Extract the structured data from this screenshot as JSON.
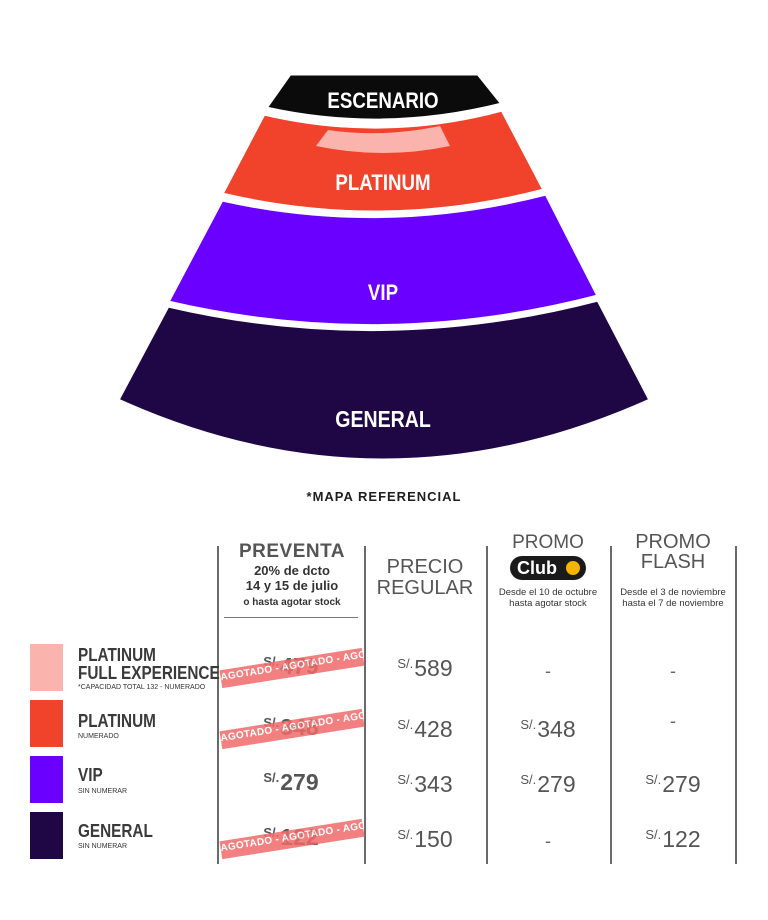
{
  "map": {
    "zones": {
      "stage": {
        "label": "ESCENARIO",
        "color": "#0b0b0b"
      },
      "platinum": {
        "label": "PLATINUM",
        "color": "#f1432b",
        "fx_color": "#fbb3ad"
      },
      "vip": {
        "label": "VIP",
        "color": "#6a00ff"
      },
      "general": {
        "label": "GENERAL",
        "color": "#1f0746"
      }
    },
    "note": "*MAPA REFERENCIAL"
  },
  "table": {
    "columns": {
      "presale": {
        "title": "PREVENTA",
        "line1": "20% de dcto",
        "line2": "14 y 15 de julio",
        "line3": "o  hasta agotar stock"
      },
      "regular": {
        "line1": "PRECIO",
        "line2": "REGULAR"
      },
      "promo_club": {
        "title": "PROMO",
        "logo_text": "Club",
        "line1": "Desde el 10 de octubre",
        "line2": "hasta agotar stock"
      },
      "promo_flash": {
        "line1": "PROMO",
        "line2": "FLASH",
        "sub1": "Desde el 3 de noviembre",
        "sub2": "hasta el 7 de noviembre"
      }
    },
    "currency": "S/.",
    "soldout_text": "AGOTADO - AGOTADO - AGOTADO - AGOTADO",
    "rows": [
      {
        "name1": "PLATINUM",
        "name2": "FULL EXPERIENCE",
        "sub": "*CAPACIDAD TOTAL 132 - NUMERADO",
        "color": "#fbb3ad",
        "presale": "479",
        "regular": "589",
        "club": "-",
        "flash": "-"
      },
      {
        "name1": "PLATINUM",
        "sub": "NUMERADO",
        "color": "#f1432b",
        "presale": "348",
        "regular": "428",
        "club": "348",
        "flash": "-"
      },
      {
        "name1": "VIP",
        "sub": "SIN NUMERAR",
        "color": "#6a00ff",
        "presale": "279",
        "regular": "343",
        "club": "279",
        "flash": "279"
      },
      {
        "name1": "GENERAL",
        "sub": "SIN NUMERAR",
        "color": "#1f0746",
        "presale": "122",
        "regular": "150",
        "club": "-",
        "flash": "122"
      }
    ]
  }
}
